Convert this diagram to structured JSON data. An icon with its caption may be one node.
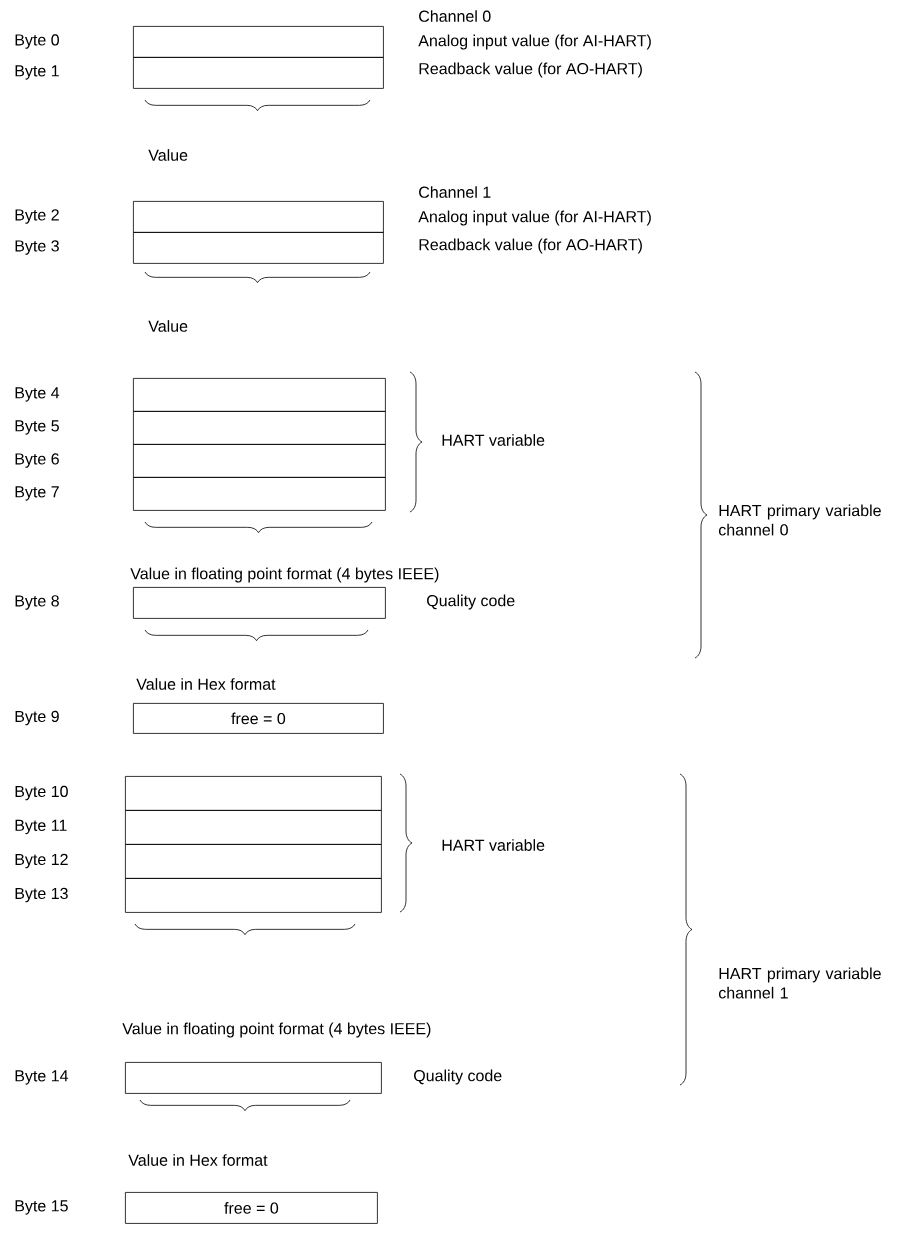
{
  "diagram": {
    "nodes": [
      {
        "text": [],
        "shape": "box"
      },
      {
        "text": [],
        "shape": "box"
      },
      {
        "text": [],
        "shape": "box"
      },
      {
        "text": [],
        "shape": "box"
      },
      {
        "text": [],
        "shape": "box"
      },
      {
        "text": [],
        "shape": "box"
      },
      {
        "text": [],
        "shape": "box"
      },
      {
        "text": [],
        "shape": "box"
      },
      {
        "text": [],
        "shape": "box"
      },
      {
        "text": [
          "free = 0"
        ]
      },
      {
        "text": [],
        "shape": "box"
      },
      {
        "text": [],
        "shape": "box"
      },
      {
        "text": [],
        "shape": "box"
      },
      {
        "text": [],
        "shape": "box"
      },
      {
        "text": [],
        "shape": "box"
      },
      {
        "text": [
          "free = 0"
        ]
      }
    ],
    "labels": [
      "Channel 0",
      "Byte 0",
      "Analog input value (for AI-HART)",
      "Byte 1",
      "Readback value (for AO-HART)",
      "Value",
      "Channel 1",
      "Byte 2",
      "Analog input value (for AI-HART)",
      "Byte 3",
      "Readback value (for AO-HART)",
      "Value",
      "Byte 4",
      "Byte 5",
      "Byte 6",
      "HART variable",
      "Byte 7",
      "HART primary variable channel 0",
      "Value in floating point format (4 bytes IEEE)",
      "Byte 8",
      "Quality code",
      "Value in Hex format",
      "Byte 9",
      "Byte 10",
      "Byte 11",
      "Byte 12",
      "HART variable",
      "Byte 13",
      "HART primary variable channel 1",
      "Value in floating point format (4 bytes IEEE)",
      "Byte 14",
      "Quality code",
      "Value in Hex format",
      "Byte 15"
    ]
  }
}
